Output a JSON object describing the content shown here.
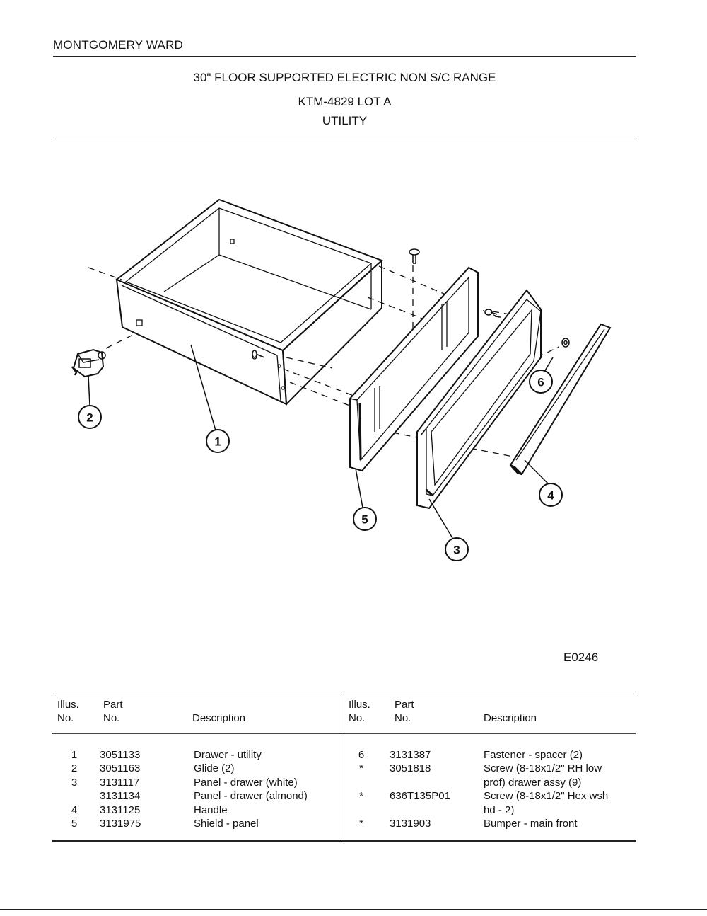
{
  "header": {
    "brand": "MONTGOMERY WARD",
    "title": "30\" FLOOR SUPPORTED ELECTRIC NON S/C RANGE",
    "model": "KTM-4829 LOT A",
    "section": "UTILITY"
  },
  "diagram": {
    "reference_code": "E0246",
    "callouts": [
      "1",
      "2",
      "3",
      "4",
      "5",
      "6"
    ]
  },
  "table": {
    "headers": {
      "illus_line1": "Illus.",
      "illus_line2": "No.",
      "part_line1": "Part",
      "part_line2": "No.",
      "description": "Description"
    },
    "left": {
      "illus": [
        "1",
        "2",
        "3",
        "",
        "4",
        "5"
      ],
      "part": [
        "3051133",
        "3051163",
        "3131117",
        "3131134",
        "3131125",
        "3131975"
      ],
      "description": [
        "Drawer - utility",
        "Glide (2)",
        "Panel - drawer (white)",
        "Panel - drawer (almond)",
        "Handle",
        "Shield - panel"
      ]
    },
    "right": {
      "illus": [
        "6",
        "*",
        "",
        "*",
        "",
        "*"
      ],
      "part": [
        "3131387",
        "3051818",
        "",
        "636T135P01",
        "",
        "3131903"
      ],
      "description": [
        "Fastener - spacer (2)",
        "Screw (8-18x1/2\" RH low",
        "prof) drawer assy (9)",
        "Screw (8-18x1/2\" Hex wsh",
        "hd - 2)",
        "Bumper - main front"
      ]
    }
  }
}
